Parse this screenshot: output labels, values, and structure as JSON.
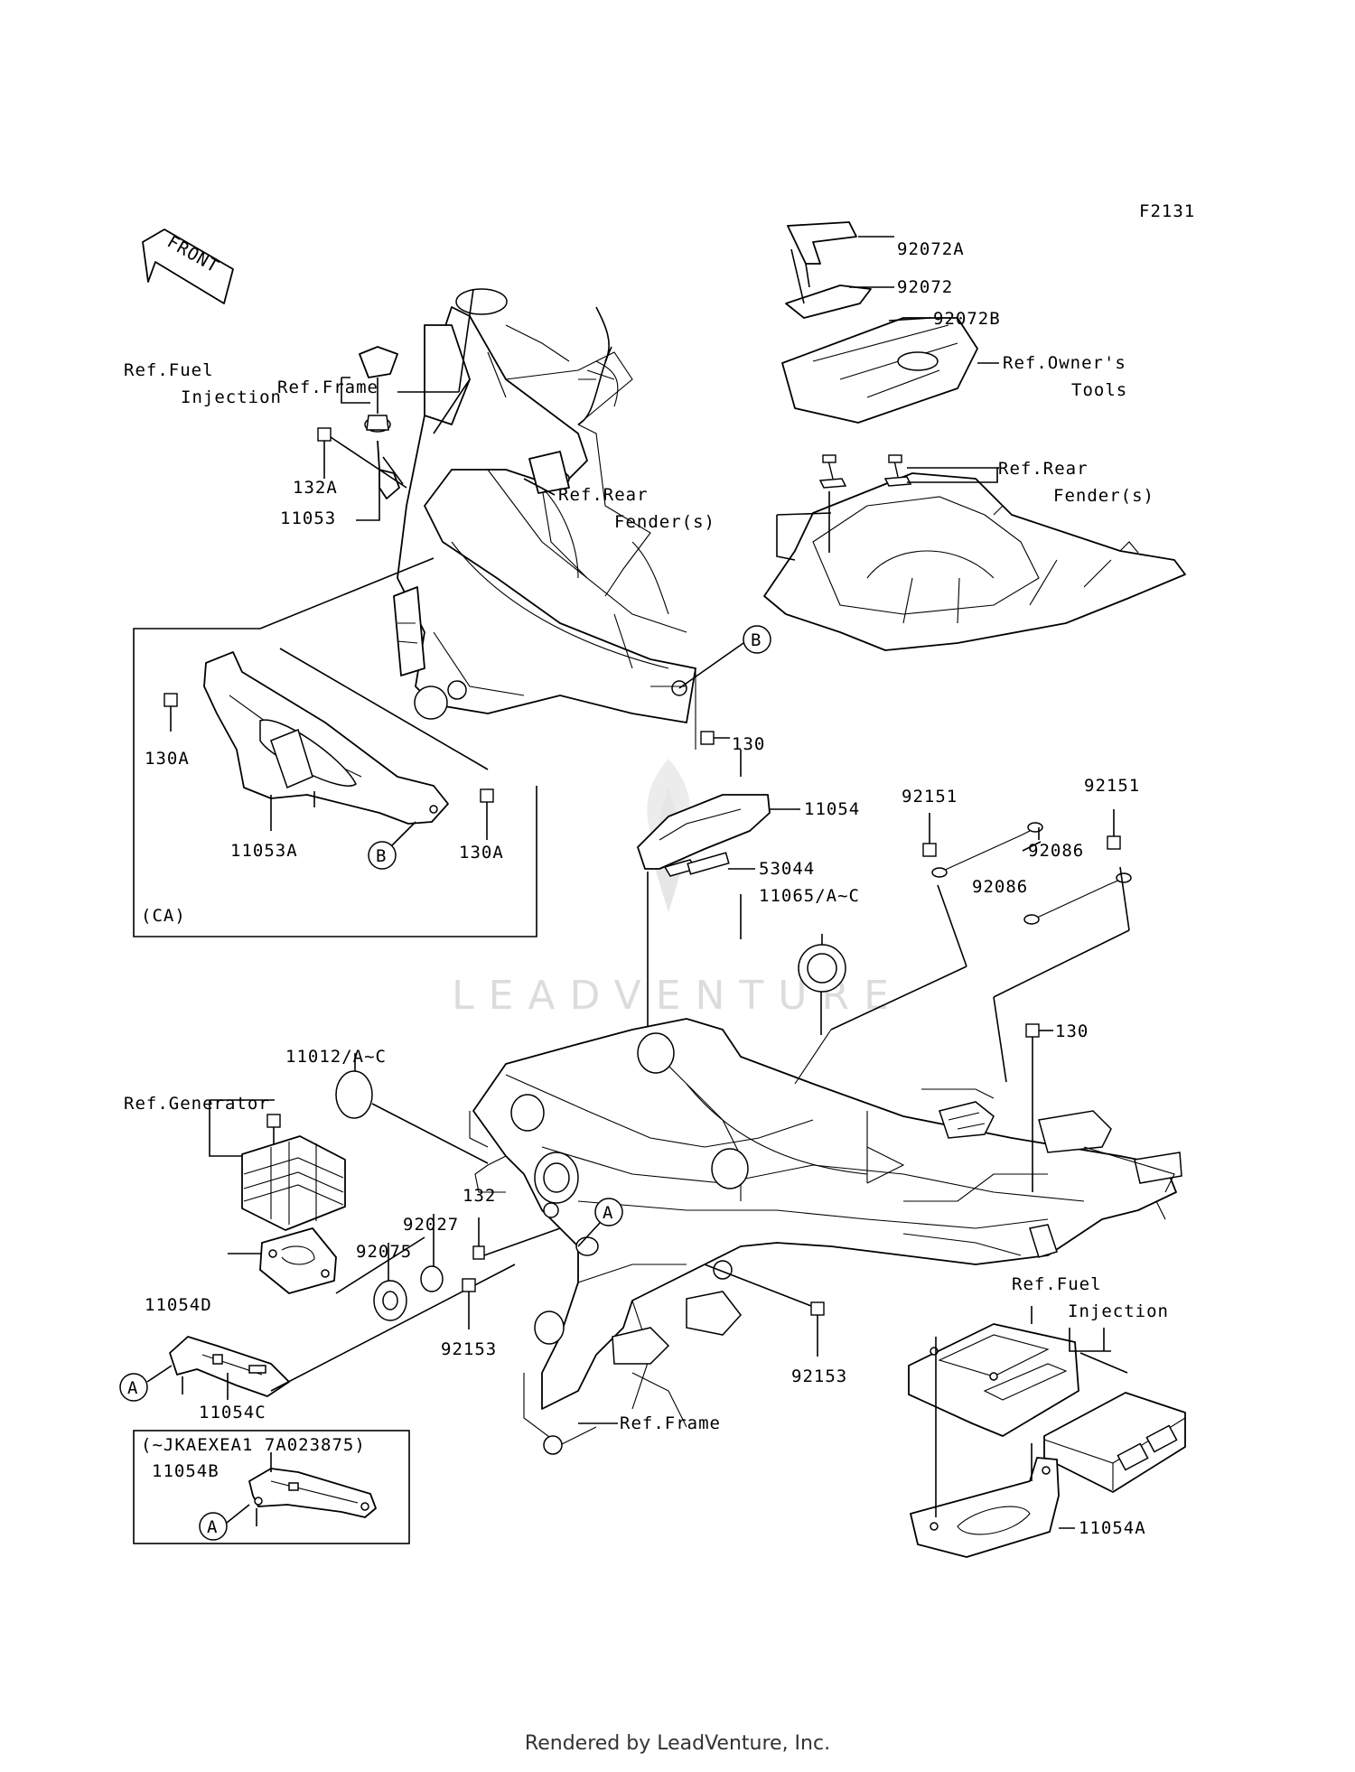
{
  "figure_code": "F2131",
  "watermark": "LEADVENTURE",
  "footer": "Rendered by LeadVenture, Inc.",
  "front_arrow": "FRONT",
  "inset_ca": {
    "tag": "(CA)"
  },
  "inset_serial": {
    "tag": "(~JKAEXEA1 7A023875)"
  },
  "circle_markers": [
    "A",
    "B"
  ],
  "labels": {
    "f_92072A": "92072A",
    "f_92072": "92072",
    "f_92072B": "92072B",
    "ref_owners_1": "Ref.Owner's",
    "ref_owners_2": "Tools",
    "ref_rear_fender_r1": "Ref.Rear",
    "ref_rear_fender_r2": "Fender(s)",
    "ref_rear_fender_m1": "Ref.Rear",
    "ref_rear_fender_m2": "Fender(s)",
    "ref_frame_top": "Ref.Frame",
    "ref_fuel_inj_top1": "Ref.Fuel",
    "ref_fuel_inj_top2": "Injection",
    "p_132A": "132A",
    "p_11053": "11053",
    "p_130A_left": "130A",
    "p_11053A": "11053A",
    "p_130A_right": "130A",
    "p_130_top": "130",
    "p_11054": "11054",
    "p_53044": "53044",
    "p_11065": "11065/A~C",
    "p_92151_left": "92151",
    "p_92151_right": "92151",
    "p_92086_top": "92086",
    "p_92086_bottom": "92086",
    "p_130_mid": "130",
    "p_11012": "11012/A~C",
    "ref_generator": "Ref.Generator",
    "p_132": "132",
    "p_92027": "92027",
    "p_92075": "92075",
    "p_11054D": "11054D",
    "p_92153_left": "92153",
    "p_92153_right": "92153",
    "p_11054C": "11054C",
    "ref_frame_bottom": "Ref.Frame",
    "ref_fuel_inj_bot1": "Ref.Fuel",
    "ref_fuel_inj_bot2": "Injection",
    "p_11054B": "11054B",
    "p_11054A": "11054A"
  }
}
